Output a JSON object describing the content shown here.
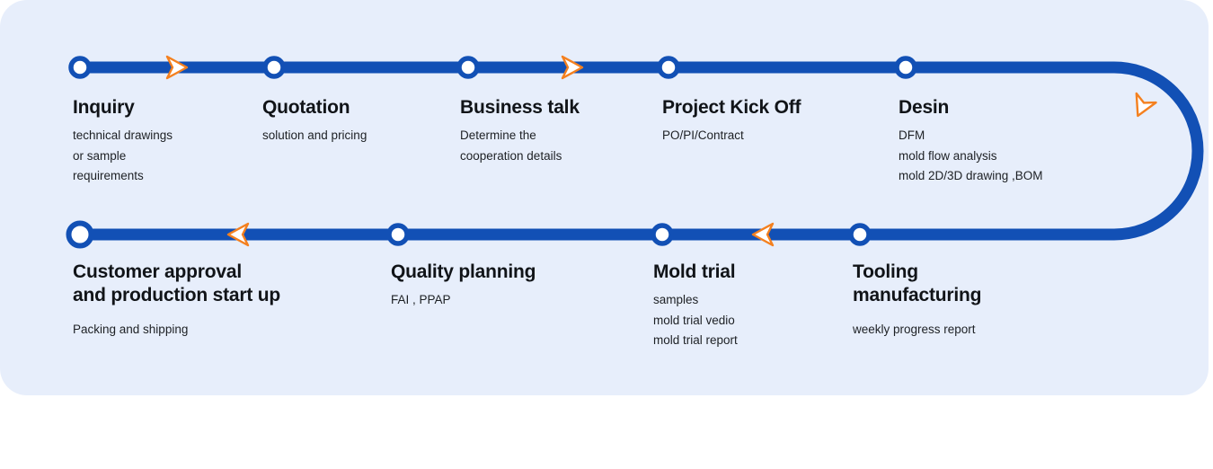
{
  "diagram": {
    "title_alt": "Production process flow",
    "colors": {
      "panel_background": "#e7eefb",
      "line_blue": "#1250b5",
      "node_fill": "#ffffff",
      "arrow_orange": "#f4801f",
      "arrow_fill": "#ffffff",
      "title_text": "#111418",
      "desc_text": "#1d2024",
      "page_background": "#ffffff"
    },
    "top_row": [
      {
        "id": "inquiry",
        "title": "Inquiry",
        "desc": "technical drawings\nor sample\nrequirements"
      },
      {
        "id": "quotation",
        "title": "Quotation",
        "desc": "solution and pricing"
      },
      {
        "id": "business-talk",
        "title": "Business talk",
        "desc": "Determine the\ncooperation details"
      },
      {
        "id": "project-kick-off",
        "title": "Project Kick Off",
        "desc": "PO/PI/Contract"
      },
      {
        "id": "desin",
        "title": "Desin",
        "desc": "DFM\nmold flow analysis\nmold 2D/3D drawing ,BOM"
      }
    ],
    "bottom_row": [
      {
        "id": "customer-approval",
        "title": "Customer approval\nand production start up",
        "desc": "Packing and shipping"
      },
      {
        "id": "quality-planning",
        "title": "Quality planning",
        "desc": "FAI , PPAP"
      },
      {
        "id": "mold-trial",
        "title": "Mold trial",
        "desc": "samples\nmold trial vedio\nmold trial report"
      },
      {
        "id": "tooling-manufacturing",
        "title": "Tooling\nmanufacturing",
        "desc": "weekly progress report"
      }
    ],
    "arrows": [
      {
        "id": "arrow-inquiry-to-quotation",
        "direction": "right"
      },
      {
        "id": "arrow-business-talk-to-kickoff",
        "direction": "right"
      },
      {
        "id": "arrow-uturn-desin-to-tooling",
        "direction": "down-curve"
      },
      {
        "id": "arrow-mold-trial-to-quality",
        "direction": "left"
      },
      {
        "id": "arrow-quality-to-customer-approval",
        "direction": "left"
      }
    ]
  }
}
